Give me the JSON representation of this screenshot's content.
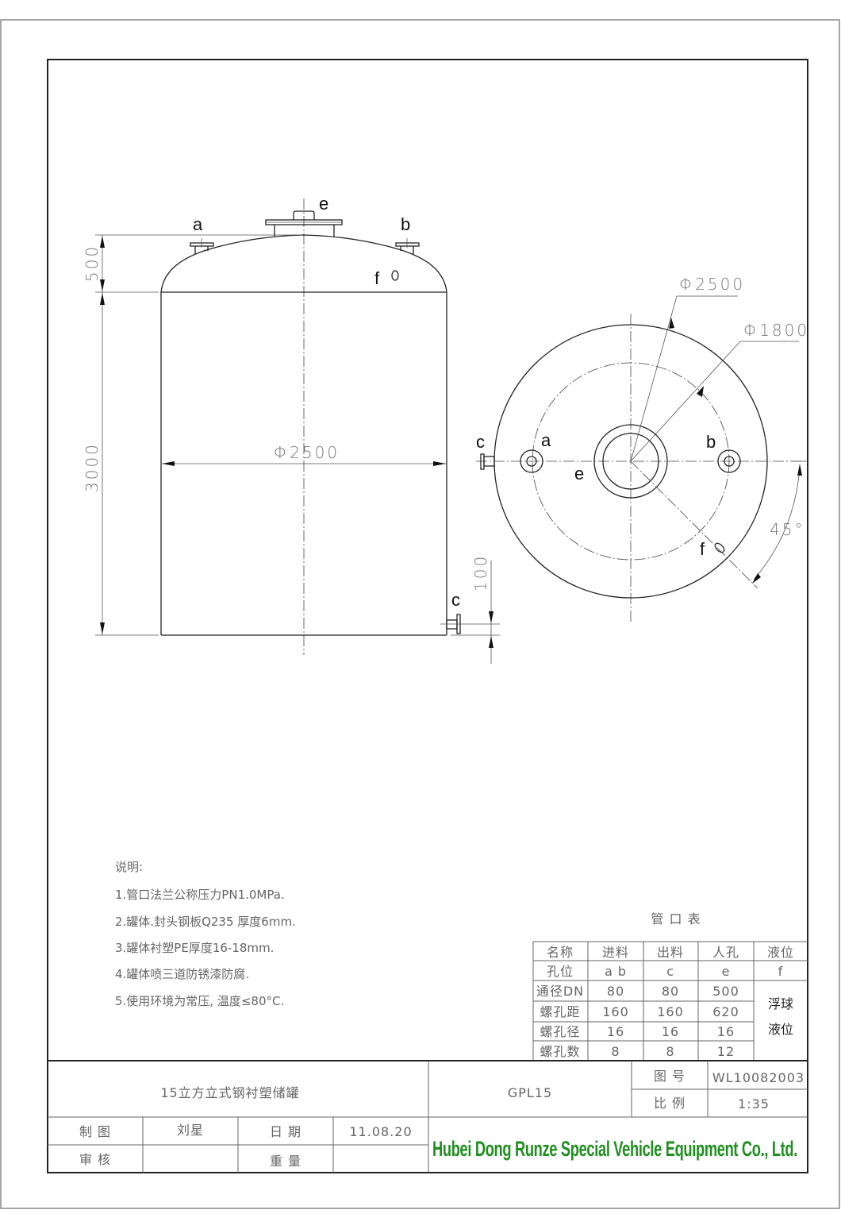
{
  "elevation_view": {
    "tags": {
      "a": "a",
      "b": "b",
      "e": "e",
      "f": "f",
      "c": "c"
    },
    "dims": {
      "head_height": "500",
      "body_height": "3000",
      "diameter": "Φ2500",
      "outlet_offset": "100"
    }
  },
  "plan_view": {
    "tags": {
      "a": "a",
      "b": "b",
      "c": "c",
      "e": "e",
      "f": "f"
    },
    "dims": {
      "outer_diameter": "Φ2500",
      "bolt_circle": "Φ1800",
      "angle": "45°"
    }
  },
  "notes": {
    "title": "说明:",
    "items": [
      "1.管口法兰公称压力PN1.0MPa.",
      "2.罐体.封头钢板Q235  厚度6mm.",
      "3.罐体衬塑PE厚度16-18mm.",
      "4.罐体喷三道防锈漆防腐.",
      "5.使用环境为常压, 温度≤80°C."
    ]
  },
  "nozzle_table": {
    "title": "管  口  表",
    "headers": [
      "名称",
      "进料",
      "出料",
      "人孔",
      "液位"
    ],
    "rows": [
      [
        "孔位",
        "a b",
        "c",
        "e",
        "f"
      ],
      [
        "通径DN",
        "80",
        "80",
        "500"
      ],
      [
        "螺孔距",
        "160",
        "160",
        "620"
      ],
      [
        "螺孔径",
        "16",
        "16",
        "16"
      ],
      [
        "螺孔数",
        "8",
        "8",
        "12"
      ]
    ],
    "merged_cell": [
      "浮球",
      "液位"
    ]
  },
  "title_block": {
    "drawing_name": "15立方立式钢衬塑储罐",
    "model": "GPL15",
    "drawing_no_label": "图  号",
    "drawing_no": "WL10082003",
    "scale_label": "比  例",
    "scale": "1:35",
    "drawn_by_label": "制  图",
    "drawn_by": "刘星",
    "date_label": "日  期",
    "date": "11.08.20",
    "checked_by_label": "审  核",
    "checked_by": "",
    "weight_label": "重  量",
    "weight": "",
    "company": "Hubei Dong Runze Special Vehicle Equipment Co., Ltd.",
    "company_color": "#1f8f1f"
  }
}
